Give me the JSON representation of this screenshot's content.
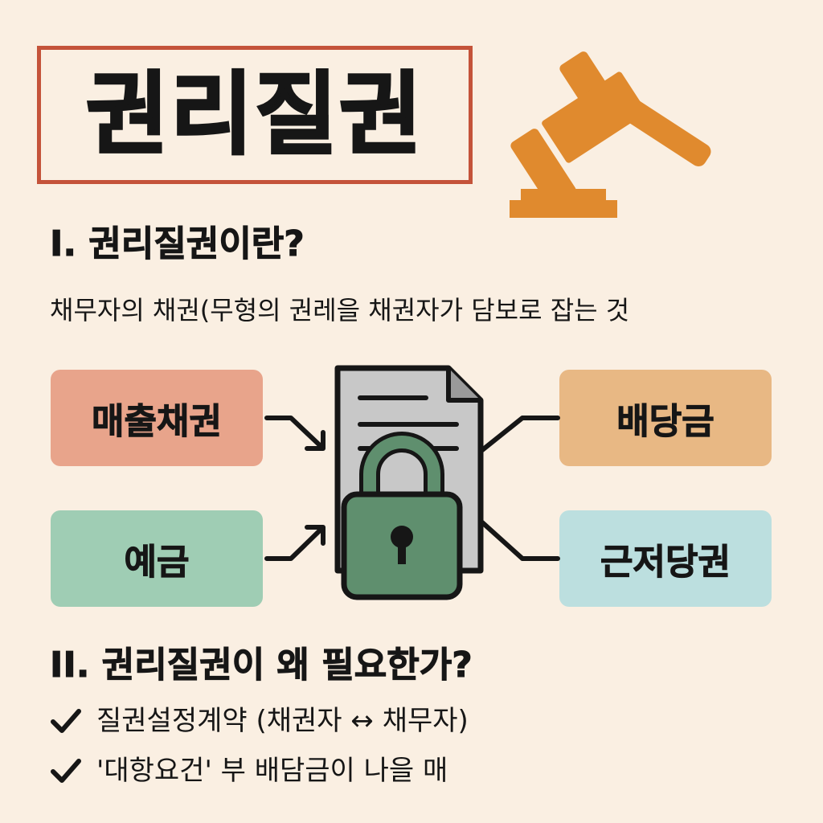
{
  "title": "권리질권",
  "section1": {
    "heading": "I. 권리질권이란?",
    "description": "채무자의 채권(무형의 권레을 채권자가 담보로 잡는 것"
  },
  "diagram": {
    "left_nodes": [
      {
        "label": "매출채권",
        "color": "#e8a48b"
      },
      {
        "label": "예금",
        "color": "#9fcdb4"
      }
    ],
    "right_nodes": [
      {
        "label": "배당금",
        "color": "#e8b884"
      },
      {
        "label": "근저당권",
        "color": "#bcdfdf"
      }
    ],
    "center_icon": "document-lock-icon"
  },
  "section2": {
    "heading": "II. 권리질권이 왜 필요한가?",
    "items": [
      {
        "icon": "check-icon",
        "text": "질권설정계약 (채권자 ↔ 채무자)"
      },
      {
        "icon": "check-icon",
        "text": "'대항요건' 부 배담금이 나을 매"
      }
    ]
  },
  "colors": {
    "background": "#faefe2",
    "title_border": "#c4533a",
    "gavel": "#e08a2e",
    "lock": "#5f8f6e",
    "document": "#c8c8c8"
  }
}
